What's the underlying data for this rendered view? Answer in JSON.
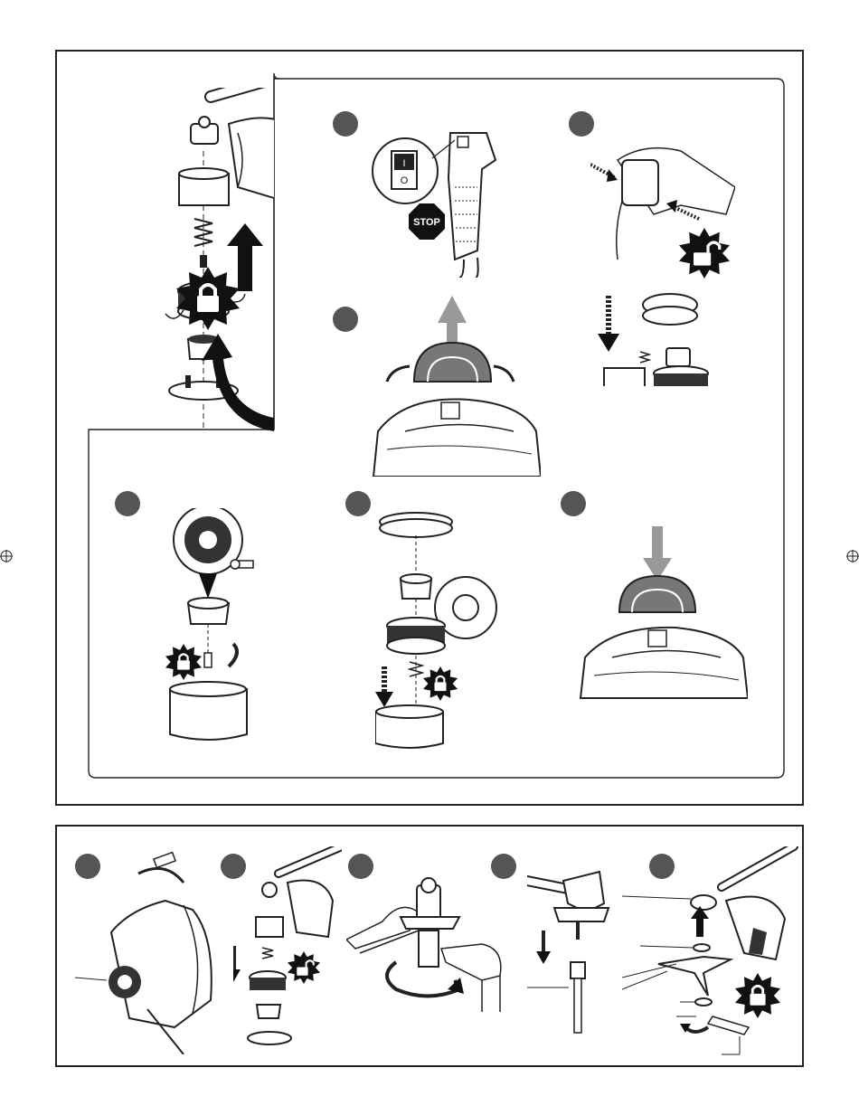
{
  "document": {
    "figures": [
      {
        "id": "assembly-overview",
        "label": ""
      },
      {
        "id": "step-switch-off",
        "label": ""
      },
      {
        "id": "step-unlock-spool",
        "label": ""
      },
      {
        "id": "step-remove-cover",
        "label": ""
      },
      {
        "id": "step-fix-spool",
        "label": ""
      },
      {
        "id": "step-assemble-spool",
        "label": ""
      },
      {
        "id": "step-replace-cover",
        "label": ""
      },
      {
        "id": "blade-step-1",
        "label": ""
      },
      {
        "id": "blade-step-2",
        "label": ""
      },
      {
        "id": "blade-step-3",
        "label": ""
      },
      {
        "id": "blade-step-4",
        "label": ""
      },
      {
        "id": "blade-step-5",
        "label": ""
      }
    ],
    "stop_sign_text": "STOP",
    "switch_on_mark": "I",
    "switch_off_mark": "O",
    "colors": {
      "ink": "#111111",
      "badge": "#555555",
      "arrow_gray": "#999999",
      "cover_gray": "#777777"
    }
  }
}
